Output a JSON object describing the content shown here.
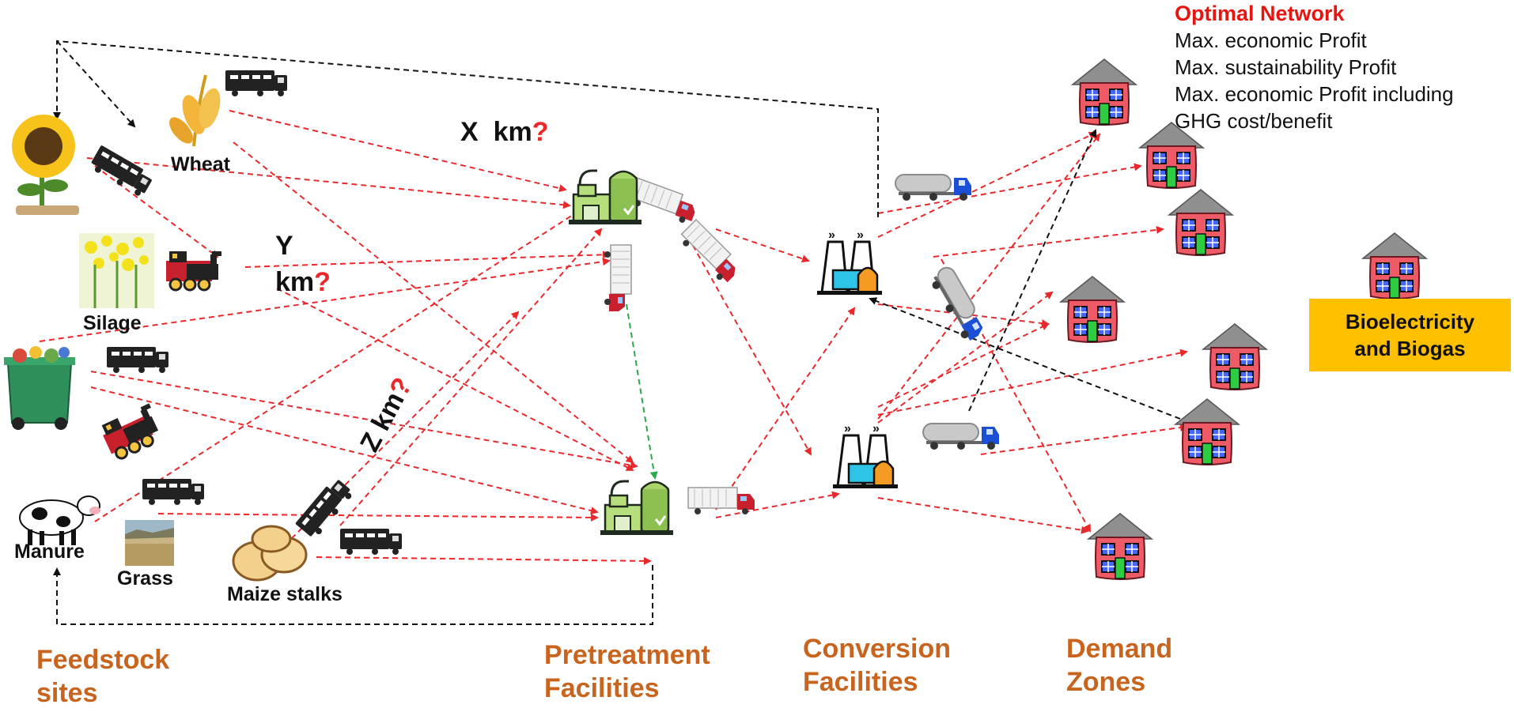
{
  "stages": {
    "feedstock": [
      "Feedstock",
      "sites"
    ],
    "pretreatment": [
      "Pretreatment",
      "Facilities"
    ],
    "conversion": [
      "Conversion",
      "Facilities"
    ],
    "demand": [
      "Demand",
      "Zones"
    ]
  },
  "feedstocks": {
    "wheat": "Wheat",
    "silage": "Silage",
    "manure": "Manure",
    "grass": "Grass",
    "maize": "Maize stalks"
  },
  "distances": {
    "x": {
      "letter": "X",
      "unit": "km",
      "q": "?"
    },
    "y": {
      "letter": "Y",
      "unit": "km",
      "q": "?"
    },
    "z": {
      "letter": "Z",
      "unit": "km",
      "q": "?"
    }
  },
  "legend": {
    "title": "Optimal Network",
    "items": [
      "Max. economic Profit",
      "Max. sustainability  Profit",
      "Max. economic Profit including",
      "GHG cost/benefit"
    ]
  },
  "output": {
    "line1": "Bioelectricity",
    "line2": "and Biogas"
  },
  "colors": {
    "flow_arrow": "#e8282b",
    "return_arrow": "#111111",
    "transfer_arrow": "#2aa84a",
    "stage_title": "#C8641E",
    "output_box": "#FFC000",
    "house_wall": "#ee5a66",
    "house_roof": "#8f8f8f",
    "door": "#2ecc40"
  },
  "icons": {
    "plant": "biogas-plant-icon",
    "power": "power-plant-icon",
    "truck": "lorry-icon",
    "tanker": "tanker-truck-icon",
    "train": "locomotive-icon",
    "house": "house-icon"
  }
}
